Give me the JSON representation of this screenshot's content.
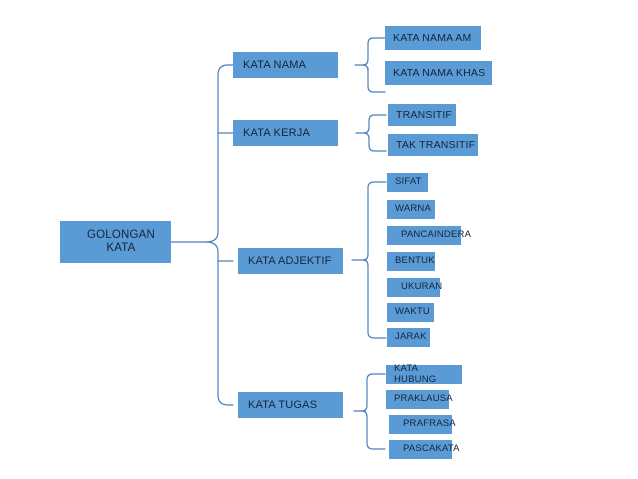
{
  "diagram": {
    "title": "GOLONGAN KATA",
    "type": "tree-hierarchy",
    "colors": {
      "node_fill": "#5B9BD5",
      "node_text": "#14243b",
      "connector": "#4A7EBB",
      "background": "#ffffff"
    },
    "root": {
      "label": "GOLONGAN\nKATA"
    },
    "branches": [
      {
        "label": "KATA NAMA",
        "children": [
          {
            "label": "KATA NAMA AM"
          },
          {
            "label": "KATA NAMA KHAS"
          }
        ]
      },
      {
        "label": "KATA KERJA",
        "children": [
          {
            "label": "TRANSITIF"
          },
          {
            "label": "TAK TRANSITIF"
          }
        ]
      },
      {
        "label": "KATA ADJEKTIF",
        "children": [
          {
            "label": "SIFAT"
          },
          {
            "label": "WARNA"
          },
          {
            "label": "PANCAINDERA"
          },
          {
            "label": "BENTUK"
          },
          {
            "label": "UKURAN"
          },
          {
            "label": "WAKTU"
          },
          {
            "label": "JARAK"
          }
        ]
      },
      {
        "label": "KATA TUGAS",
        "children": [
          {
            "label": "KATA HUBUNG"
          },
          {
            "label": "PRAKLAUSA"
          },
          {
            "label": "PRAFRASA"
          },
          {
            "label": "PASCAKATA"
          }
        ]
      }
    ]
  }
}
